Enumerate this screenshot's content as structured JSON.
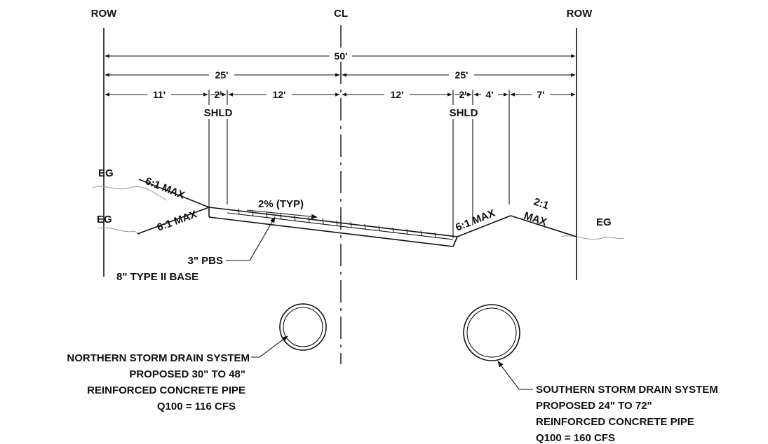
{
  "labels": {
    "row_left": "ROW",
    "row_right": "ROW",
    "centerline": "CL",
    "dim_total": "50'",
    "dim_half_left": "25'",
    "dim_half_right": "25'",
    "dim_11": "11'",
    "dim_2_left": "2'",
    "dim_12_left": "12'",
    "dim_12_right": "12'",
    "dim_2_right": "2'",
    "dim_4": "4'",
    "dim_7": "7'",
    "shld_left": "SHLD",
    "shld_right": "SHLD",
    "eg_top_left": "EG",
    "eg_bottom_left": "EG",
    "eg_right": "EG",
    "slope_top_left": "6:1 MAX",
    "slope_bottom_left": "6:1 MAX",
    "slope_right_inner": "6:1 MAX",
    "slope_right_outer_1": "2:1",
    "slope_right_outer_2": "MAX",
    "cross_slope": "2% (TYP)",
    "pavement": "3\" PBS",
    "base": "8\" TYPE II BASE"
  },
  "northern_drain": {
    "line1": "NORTHERN STORM DRAIN SYSTEM",
    "line2": "PROPOSED 30\" TO 48\"",
    "line3": "REINFORCED CONCRETE PIPE",
    "line4": "Q100 = 116 CFS"
  },
  "southern_drain": {
    "line1": "SOUTHERN STORM DRAIN SYSTEM",
    "line2": "PROPOSED 24\" TO 72\"",
    "line3": "REINFORCED CONCRETE PIPE",
    "line4": "Q100 = 160 CFS"
  }
}
